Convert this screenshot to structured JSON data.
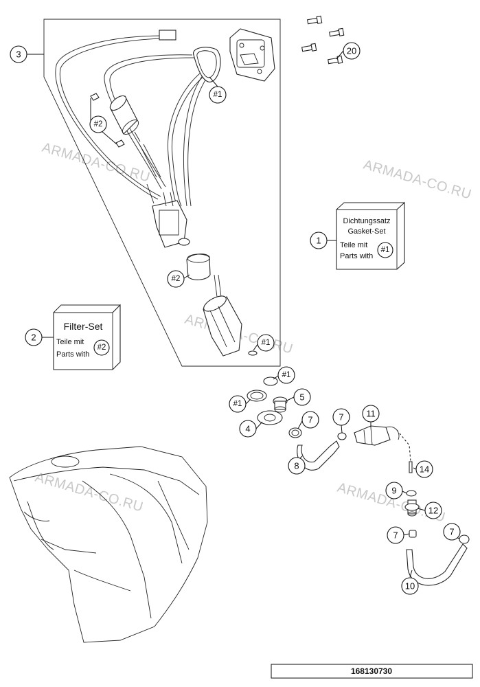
{
  "watermark": "ARMADA-CO.RU",
  "filter_set": {
    "title": "Filter-Set",
    "line1": "Teile mit",
    "line2": "Parts with",
    "ref": "#2"
  },
  "gasket_set": {
    "title_de": "Dichtungssatz",
    "title_en": "Gasket-Set",
    "line1": "Teile mit",
    "line2": "Parts with",
    "ref": "#1"
  },
  "callouts": {
    "p1": "1",
    "p2": "2",
    "p3": "3",
    "p4": "4",
    "p5": "5",
    "p7a": "7",
    "p7b": "7",
    "p7c": "7",
    "p7d": "7",
    "p8": "8",
    "p9": "9",
    "p10": "10",
    "p11": "11",
    "p12": "12",
    "p14": "14",
    "p20": "20"
  },
  "refs": {
    "r1a": "#1",
    "r1b": "#1",
    "r1c": "#1",
    "r1d": "#1",
    "r2a": "#2",
    "r2b": "#2"
  },
  "part_number": "168130730"
}
